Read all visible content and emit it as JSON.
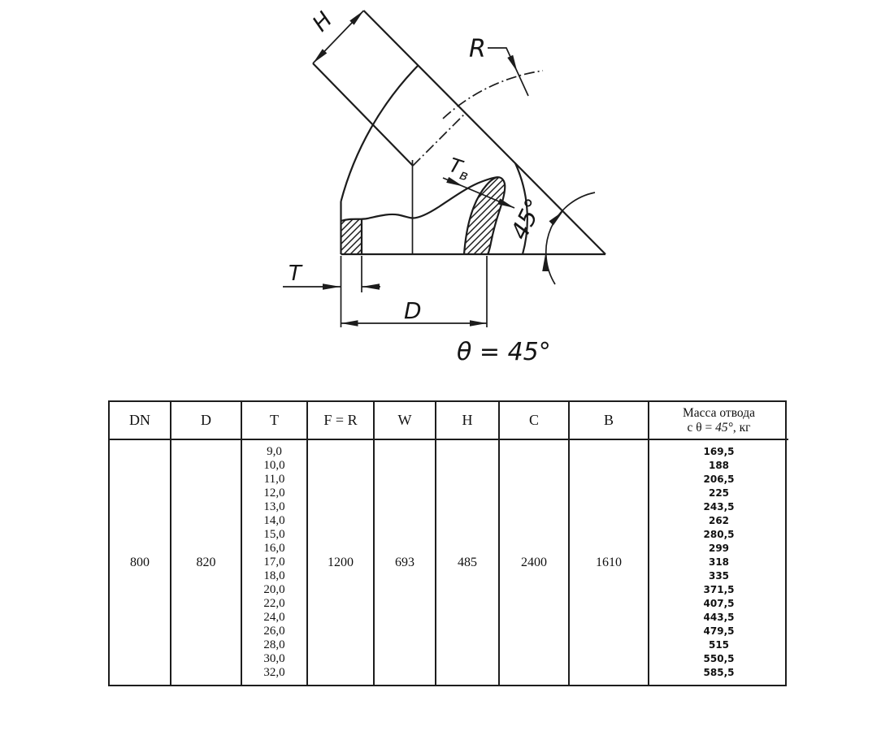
{
  "drawing": {
    "labels": {
      "h": "H",
      "r": "R",
      "t": "T",
      "d": "D",
      "tb_main": "T",
      "tb_sub": "в",
      "angle_arc": "45°",
      "theta_eq": "θ = 45°"
    }
  },
  "table": {
    "headers": [
      "DN",
      "D",
      "T",
      "F = R",
      "W",
      "H",
      "C",
      "B"
    ],
    "mass_header": {
      "line1": "Масса отвода",
      "line2_prefix": "с θ = ",
      "line2_value": "45°",
      "line2_suffix": ", кг"
    },
    "row": {
      "dn": "800",
      "d": "820",
      "t_values": [
        "9,0",
        "10,0",
        "11,0",
        "12,0",
        "13,0",
        "14,0",
        "15,0",
        "16,0",
        "17,0",
        "18,0",
        "20,0",
        "22,0",
        "24,0",
        "26,0",
        "28,0",
        "30,0",
        "32,0"
      ],
      "fr": "1200",
      "w": "693",
      "h": "485",
      "c": "2400",
      "b": "1610",
      "mass_values": [
        "169,5",
        "188",
        "206,5",
        "225",
        "243,5",
        "262",
        "280,5",
        "299",
        "318",
        "335",
        "371,5",
        "407,5",
        "443,5",
        "479,5",
        "515",
        "550,5",
        "585,5"
      ]
    }
  }
}
